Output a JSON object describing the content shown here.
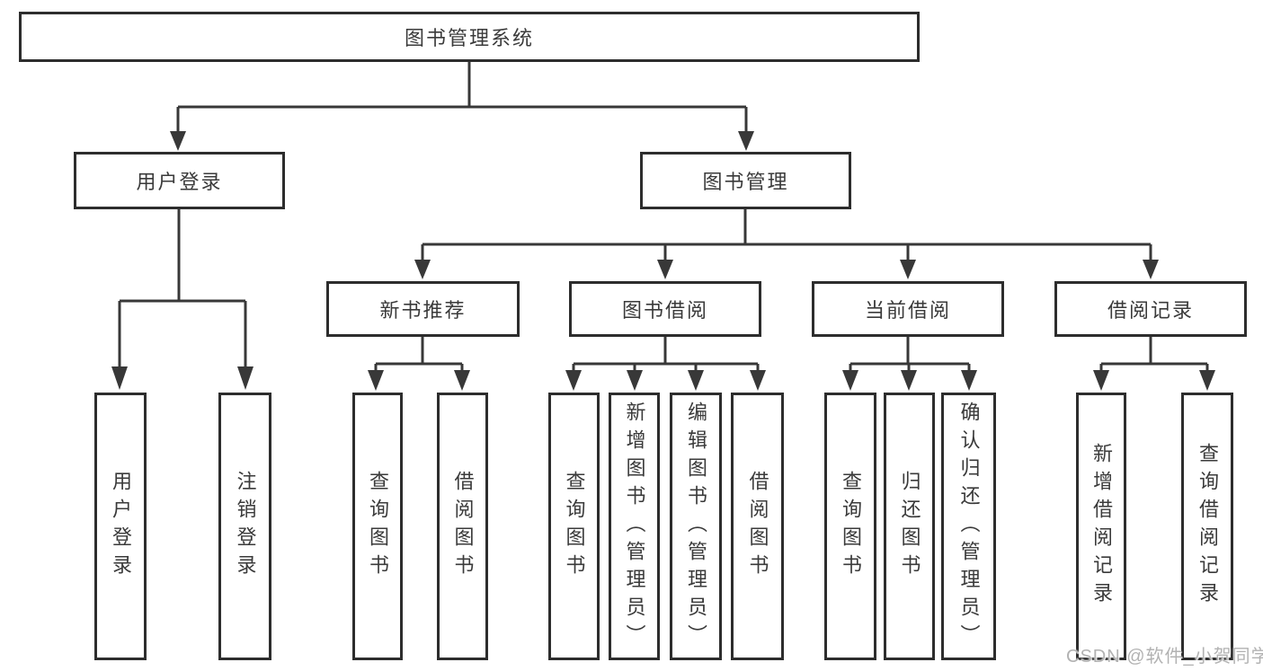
{
  "diagram": {
    "root": {
      "label": "图书管理系统"
    },
    "branches": {
      "user_login": {
        "label": "用户登录",
        "children": [
          "用户登录",
          "注销登录"
        ]
      },
      "book_mgmt": {
        "label": "图书管理",
        "sections": {
          "new_book_rec": {
            "label": "新书推荐",
            "children": [
              "查询图书",
              "借阅图书"
            ]
          },
          "book_borrow": {
            "label": "图书借阅",
            "children": [
              "查询图书",
              "新增图书（管理员）",
              "编辑图书（管理员）",
              "借阅图书"
            ]
          },
          "current_borrow": {
            "label": "当前借阅",
            "children": [
              "查询图书",
              "归还图书",
              "确认归还（管理员）"
            ]
          },
          "borrow_records": {
            "label": "借阅记录",
            "children": [
              "新增借阅记录",
              "查询借阅记录"
            ]
          }
        }
      }
    }
  },
  "watermark": {
    "text": "CSDN @软件_小贺同学"
  },
  "colors": {
    "background": "#ffffff",
    "line": "#383838",
    "box_border": "#2d2d2d",
    "text": "#3a3a3a",
    "watermark_text": "#b2b2b2"
  }
}
